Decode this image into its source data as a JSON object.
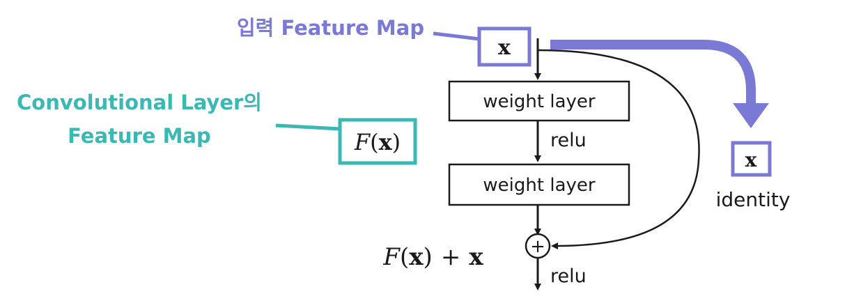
{
  "annotations": {
    "input_feature_map": "입력 Feature Map",
    "conv_feature_map_line1": "Convolutional Layer의",
    "conv_feature_map_line2": "Feature Map"
  },
  "nodes": {
    "input_x": "x",
    "weight_layer_1": "weight layer",
    "weight_layer_2": "weight layer",
    "relu_1": "relu",
    "relu_2": "relu",
    "plus_symbol": "+"
  },
  "math": {
    "fx_box": {
      "f": "F",
      "open": "(",
      "x": "x",
      "close": ")"
    },
    "sum": {
      "f": "F",
      "open": "(",
      "x": "x",
      "close": ")",
      "plus": "+",
      "x2": "x"
    }
  },
  "identity": {
    "x": "x",
    "label": "identity"
  },
  "colors": {
    "purple": "#7b79d6",
    "teal": "#3bb8b4",
    "black": "#1a1a1a"
  }
}
